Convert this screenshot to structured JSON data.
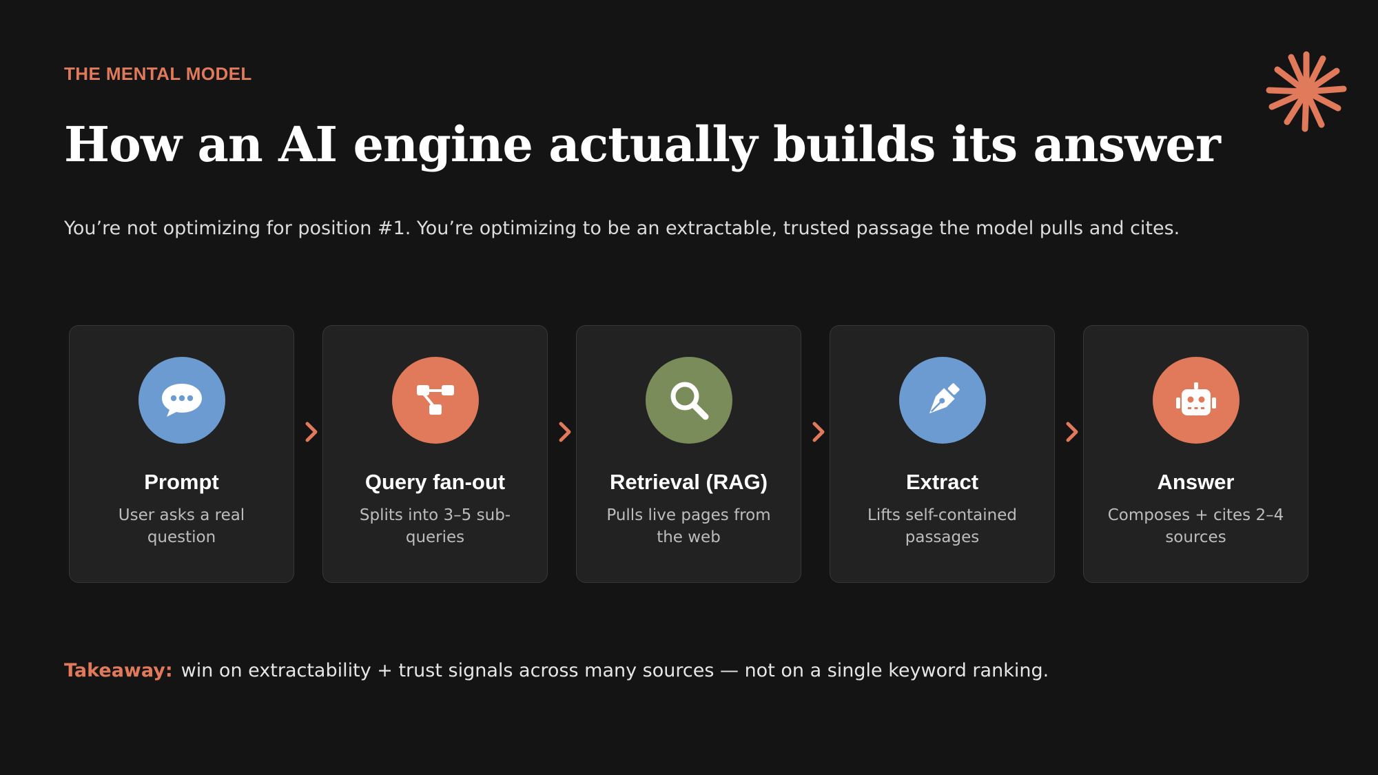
{
  "eyebrow": "THE MENTAL MODEL",
  "title": "How an AI engine actually builds its answer",
  "subtitle": "You’re not optimizing for position #1. You’re optimizing to be an extractable, trusted passage the model pulls and cites.",
  "colors": {
    "background": "#141414",
    "accent": "#e07a5a",
    "blue": "#6b9bd1",
    "green": "#7a8c5a",
    "card": "#222222"
  },
  "steps": [
    {
      "title": "Prompt",
      "desc": "User asks a real question",
      "icon": "chat-bubble-icon",
      "color": "#6b9bd1"
    },
    {
      "title": "Query fan-out",
      "desc": "Splits into 3–5 sub-queries",
      "icon": "fan-out-icon",
      "color": "#e07a5a"
    },
    {
      "title": "Retrieval (RAG)",
      "desc": "Pulls live pages from the web",
      "icon": "magnifier-icon",
      "color": "#7a8c5a"
    },
    {
      "title": "Extract",
      "desc": "Lifts self-contained passages",
      "icon": "pen-nib-icon",
      "color": "#6b9bd1"
    },
    {
      "title": "Answer",
      "desc": "Composes + cites 2–4 sources",
      "icon": "robot-icon",
      "color": "#e07a5a"
    }
  ],
  "takeaway": {
    "label": "Takeaway:",
    "text": "win on extractability + trust signals across many sources — not on a single keyword ranking."
  }
}
